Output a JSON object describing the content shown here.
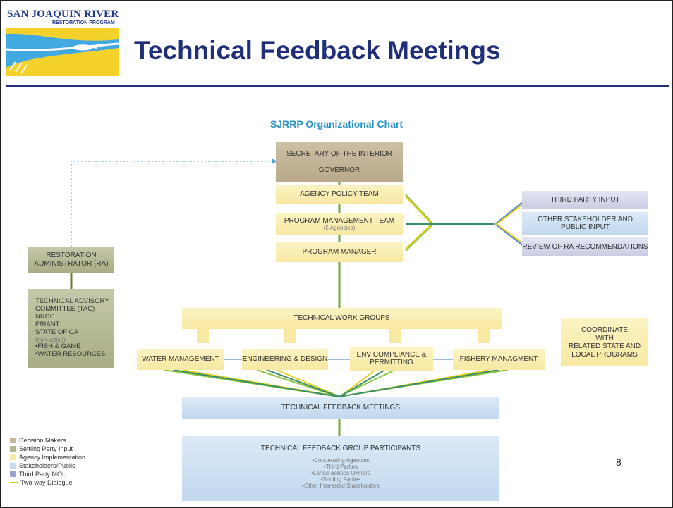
{
  "logo": {
    "title": "SAN JOAQUIN RIVER",
    "subtitle": "RESTORATION PROGRAM",
    "colors": {
      "navy": "#1f3a8f",
      "yellow": "#f4d22b",
      "river": "#42a9e0"
    }
  },
  "slide": {
    "title": "Technical Feedback Meetings",
    "page_number": "8"
  },
  "chart": {
    "title": "SJRRP Organizational Chart",
    "governance": {
      "line1": "SECRETARY OF THE INTERIOR",
      "line2": "GOVERNOR"
    },
    "agency_policy_team": "AGENCY POLICY TEAM",
    "program_management_team": {
      "label": "PROGRAM MANAGEMENT TEAM",
      "note": "(5 Agencies)"
    },
    "program_manager": "PROGRAM MANAGER",
    "third_party_input": "THIRD PARTY INPUT",
    "other_stakeholder": {
      "line1": "OTHER STAKEHOLDER AND",
      "line2": "PUBLIC INPUT"
    },
    "review_ra": "REVIEW OF RA RECOMMENDATIONS",
    "restoration_administrator": {
      "line1": "RESTORATION",
      "line2": "ADMINISTRATOR (RA)"
    },
    "tac": {
      "line1": "TECHNICAL ADVISORY",
      "line2": "COMMITTEE (TAC)",
      "line3": "NRDC",
      "line4": "FRIANT",
      "line5": "STATE OF CA",
      "line6": "(non-voting)",
      "line7": "•FISH & GAME",
      "line8": "•WATER RESOURCES"
    },
    "technical_work_groups": "TECHNICAL WORK GROUPS",
    "coordinate": {
      "line1": "COORDINATE",
      "line2": "WITH",
      "line3": "RELATED STATE AND",
      "line4": "LOCAL PROGRAMS"
    },
    "work_groups": {
      "water": "WATER MANAGEMENT",
      "engineering": "ENGINEERING & DESIGN",
      "env_line1": "ENV COMPLIANCE &",
      "env_line2": "PERMITTING",
      "fishery": "FISHERY MANAGMENT"
    },
    "technical_feedback_meetings": "TECHNICAL FEEDBACK MEETINGS",
    "participants": {
      "title": "TECHNICAL FEEDBACK GROUP PARTICIPANTS",
      "items": [
        "•Cooperating Agencies",
        "•Third Parties",
        "•Land/Facilities Owners",
        "•Settling Parties",
        "•Other Interested Stakeholders"
      ]
    }
  },
  "legend": [
    {
      "label": "Decision Makers",
      "color": "#c4b698"
    },
    {
      "label": "Settling Party Input",
      "color": "#b3b58f"
    },
    {
      "label": "Agency Implementation",
      "color": "#f7eaa8"
    },
    {
      "label": "Stakeholders/Public",
      "color": "#c5dbf0"
    },
    {
      "label": "Third Party MOU",
      "color": "#9aa2cf"
    },
    {
      "label": "Two-way Dialogue",
      "color": "#8cc63f"
    }
  ]
}
